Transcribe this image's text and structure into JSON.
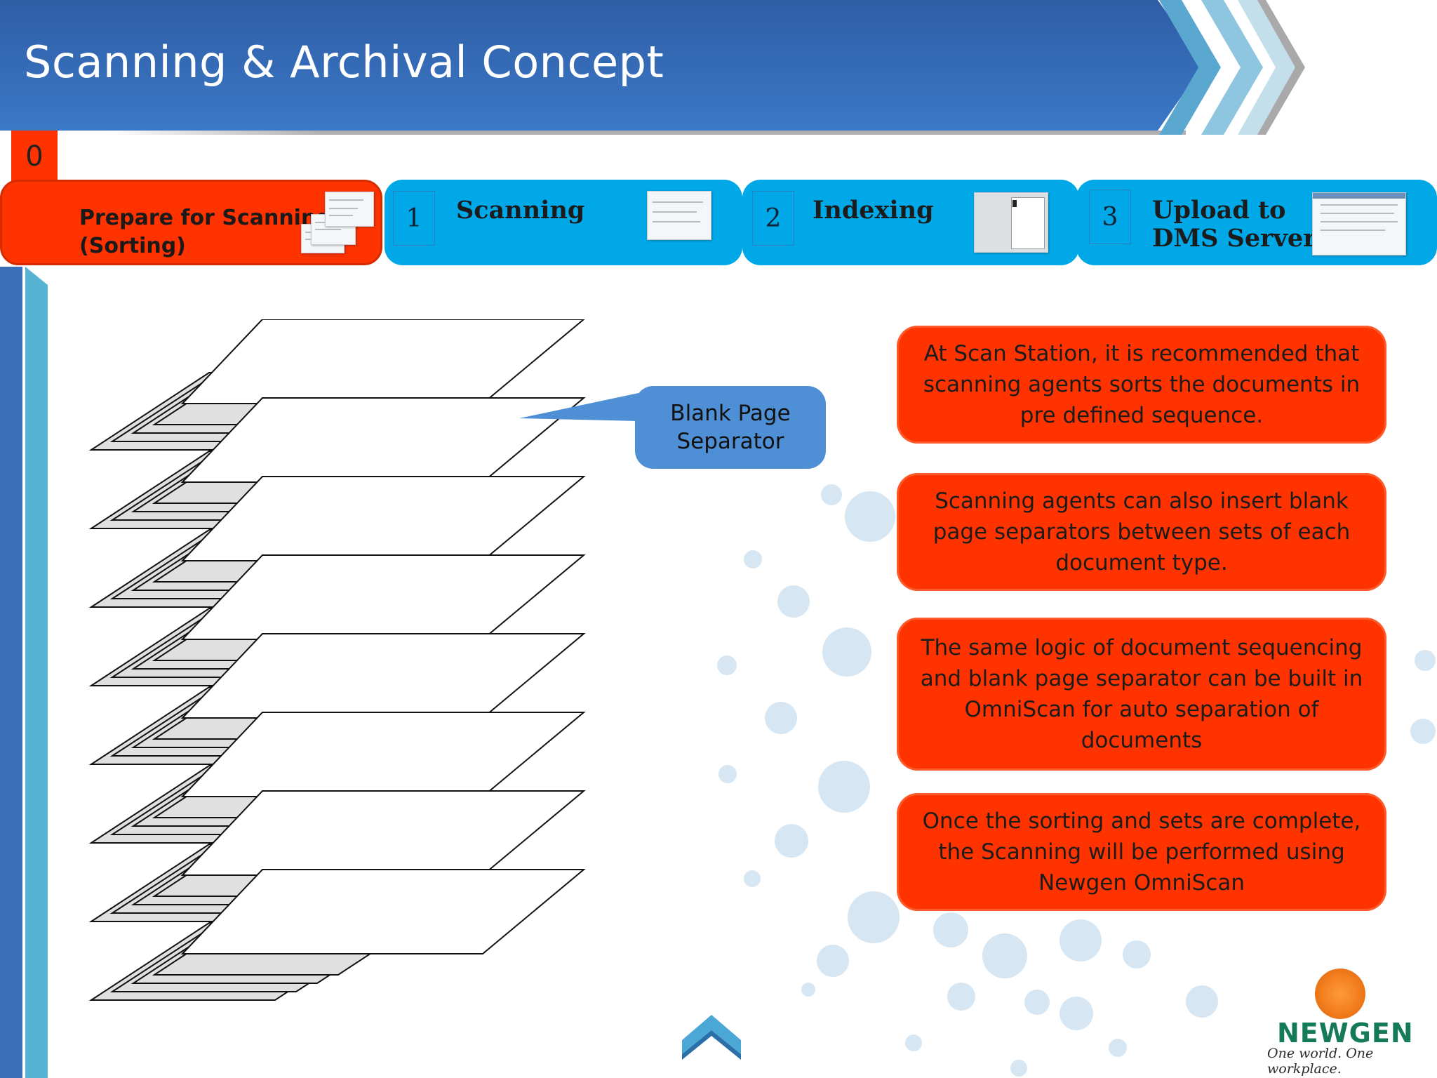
{
  "header": {
    "title": "Scanning & Archival Concept"
  },
  "steps": [
    {
      "number": "0",
      "label_line1": "Prepare for Scanning",
      "label_line2": "(Sorting)"
    },
    {
      "number": "1",
      "label_line1": "Scanning",
      "label_line2": ""
    },
    {
      "number": "2",
      "label_line1": "Indexing",
      "label_line2": ""
    },
    {
      "number": "3",
      "label_line1": "Upload to",
      "label_line2": "DMS Server"
    }
  ],
  "callout": {
    "line1": "Blank Page",
    "line2": "Separator"
  },
  "info_boxes": [
    {
      "text": "At Scan Station, it is recommended that scanning agents sorts the documents in pre defined sequence."
    },
    {
      "text": "Scanning agents can also insert blank page separators between sets of each document type."
    },
    {
      "text": "The same logic of document sequencing and blank page separator can be built in OmniScan for auto separation of documents"
    },
    {
      "text": "Once the sorting and sets are complete, the Scanning will be performed using Newgen OmniScan"
    }
  ],
  "logo": {
    "name": "NEWGEN",
    "tagline": "One world. One workplace."
  },
  "colors": {
    "header_blue": "#3b78c6",
    "active_step": "#ff3300",
    "step_blue": "#00a8e8",
    "info_box": "#ff3300",
    "callout_blue": "#4f8fd6"
  },
  "icons": {
    "header_chevrons": "chevron-right-icon",
    "scroll_up": "chevron-up-icon",
    "logo": "newgen-logo-icon"
  }
}
